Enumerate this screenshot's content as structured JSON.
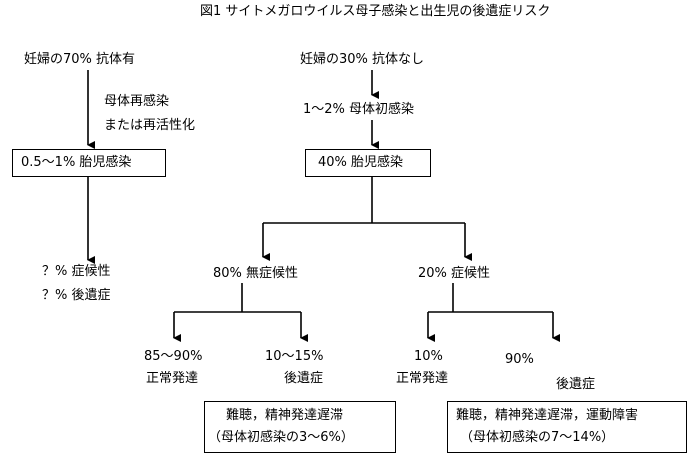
{
  "title": "図1  サイトメガロウイルス母子感染と出生児の後遺症リスク",
  "left": {
    "mother": "妊婦の70% 抗体有",
    "reinfection_line1": "母体再感染",
    "reinfection_line2": "または再活性化",
    "fetal": "0.5～1% 胎児感染",
    "symptomatic": "？% 症候性",
    "sequelae": "？% 後遺症"
  },
  "right": {
    "mother": "妊婦の30% 抗体なし",
    "primary": "1～2%  母体初感染",
    "fetal": "40% 胎児感染",
    "asymptomatic": "80% 無症候性",
    "symptomatic": "20% 症候性",
    "asym_normal_pct": "85～90%",
    "asym_normal_label": "正常発達",
    "asym_seq_pct": "10～15%",
    "asym_seq_label": "後遺症",
    "sym_normal_pct": "10%",
    "sym_normal_label": "正常発達",
    "sym_seq_pct": "90%",
    "sym_seq_label": "後遺症",
    "asym_box_line1": "難聴，精神発達遅滞",
    "asym_box_line2": "（母体初感染の3～6%）",
    "sym_box_line1": "難聴，精神発達遅滞，運動障害",
    "sym_box_line2": "（母体初感染の7～14%）"
  }
}
